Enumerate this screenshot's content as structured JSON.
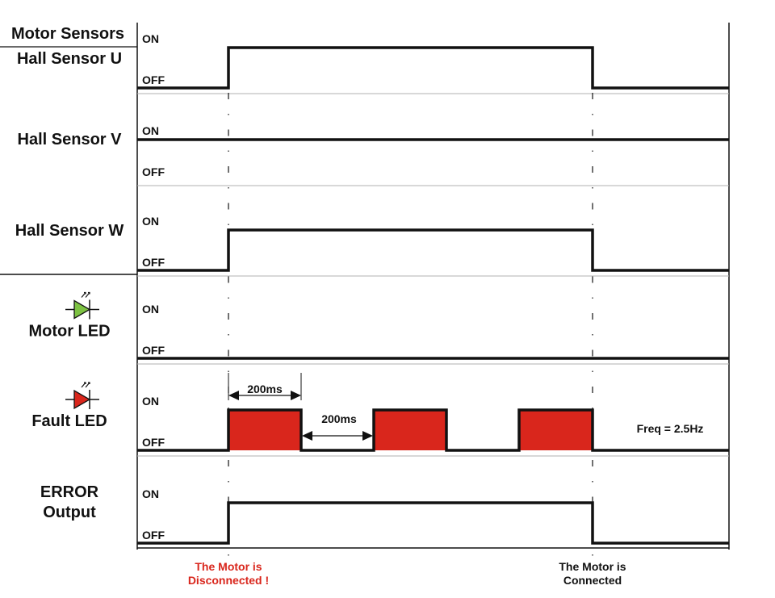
{
  "header": "Motor Sensors",
  "state_labels": {
    "on": "ON",
    "off": "OFF"
  },
  "signals": [
    {
      "label": [
        "Hall Sensor U"
      ],
      "levels": [
        0,
        1,
        1,
        1,
        1,
        1,
        0
      ],
      "icon": ""
    },
    {
      "label": [
        "Hall Sensor V"
      ],
      "levels": [
        1,
        1,
        1,
        1,
        1,
        1,
        1
      ],
      "icon": ""
    },
    {
      "label": [
        "Hall Sensor W"
      ],
      "levels": [
        0,
        1,
        1,
        1,
        1,
        1,
        0
      ],
      "icon": ""
    },
    {
      "label": [
        "Motor LED"
      ],
      "levels": [
        0,
        0,
        0,
        0,
        0,
        0,
        0
      ],
      "icon": "led-icon",
      "icon_color": "#7dc242"
    },
    {
      "label": [
        "Fault LED"
      ],
      "levels": [
        0,
        1,
        0,
        1,
        0,
        1,
        0
      ],
      "icon": "led-icon",
      "icon_color": "#d9261c",
      "fill": "#d9261c"
    },
    {
      "label": [
        "ERROR",
        "Output"
      ],
      "levels": [
        0,
        1,
        1,
        1,
        1,
        1,
        0
      ],
      "icon": ""
    }
  ],
  "annotations": {
    "pulse_width": "200ms",
    "gap_width": "200ms",
    "frequency": "Freq = 2.5Hz",
    "disconnected": [
      "The Motor is",
      "Disconnected !"
    ],
    "connected": [
      "The Motor is",
      "Connected"
    ]
  },
  "colors": {
    "line": "#111111",
    "divider": "#b0b0b0",
    "fault": "#d9261c",
    "disconnect_text": "#d9261c",
    "motor_led": "#7dc242"
  }
}
